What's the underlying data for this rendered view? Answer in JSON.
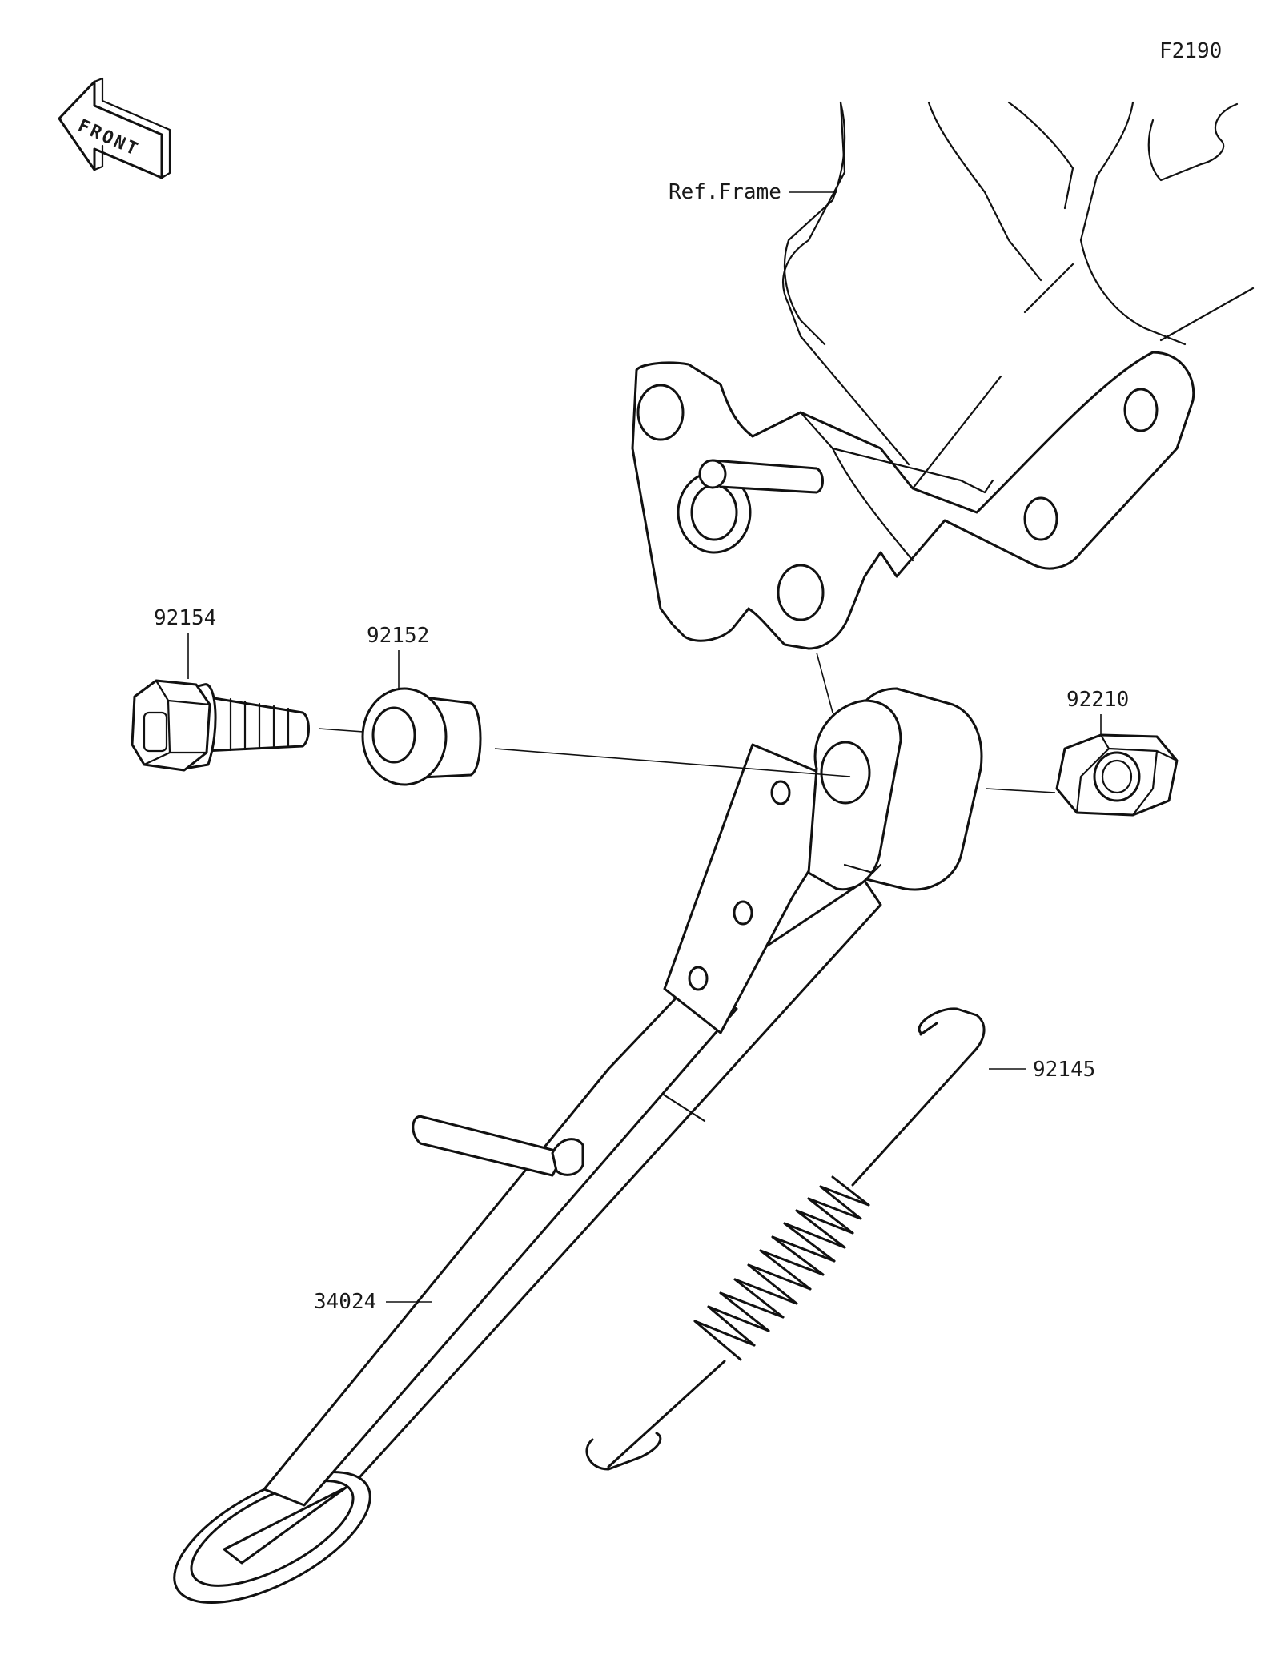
{
  "figure_code": "F2190",
  "front_label": "FRONT",
  "reference_label": "Ref.Frame",
  "parts": {
    "bolt": "92154",
    "collar": "92152",
    "nut": "92210",
    "spring": "92145",
    "stand": "34024"
  }
}
